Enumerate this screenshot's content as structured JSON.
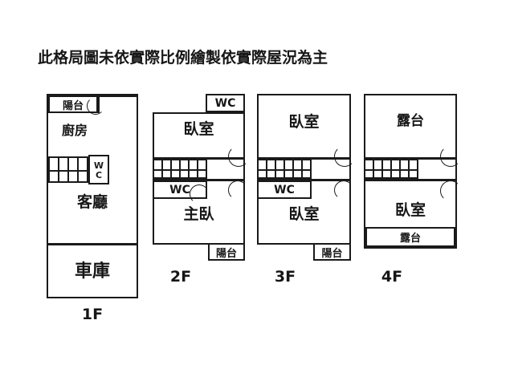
{
  "title": "此格局圖未依實際比例繪製依實際屋況為主",
  "labels": {
    "balcony": "陽台",
    "kitchen": "廚房",
    "wc": "WC",
    "living_room": "客廳",
    "garage": "車庫",
    "bedroom": "臥室",
    "master_bedroom": "主臥",
    "terrace": "露台"
  },
  "floors": [
    {
      "id": "1F",
      "caption": "1F",
      "rooms": [
        {
          "name": "balcony",
          "label": "陽台"
        },
        {
          "name": "kitchen",
          "label": "廚房"
        },
        {
          "name": "wc",
          "label": "WC"
        },
        {
          "name": "living-room",
          "label": "客廳"
        },
        {
          "name": "garage",
          "label": "車庫"
        }
      ]
    },
    {
      "id": "2F",
      "caption": "2F",
      "rooms": [
        {
          "name": "wc-upper",
          "label": "WC"
        },
        {
          "name": "bedroom",
          "label": "臥室"
        },
        {
          "name": "wc-inner",
          "label": "WC"
        },
        {
          "name": "master-bedroom",
          "label": "主臥"
        },
        {
          "name": "balcony",
          "label": "陽台"
        }
      ]
    },
    {
      "id": "3F",
      "caption": "3F",
      "rooms": [
        {
          "name": "bedroom-front",
          "label": "臥室"
        },
        {
          "name": "wc",
          "label": "WC"
        },
        {
          "name": "bedroom-rear",
          "label": "臥室"
        },
        {
          "name": "balcony",
          "label": "陽台"
        }
      ]
    },
    {
      "id": "4F",
      "caption": "4F",
      "rooms": [
        {
          "name": "terrace-front",
          "label": "露台"
        },
        {
          "name": "bedroom",
          "label": "臥室"
        },
        {
          "name": "terrace-rear",
          "label": "露台"
        }
      ]
    }
  ],
  "colors": {
    "ink": "#1a1a1a",
    "background": "#ffffff"
  }
}
